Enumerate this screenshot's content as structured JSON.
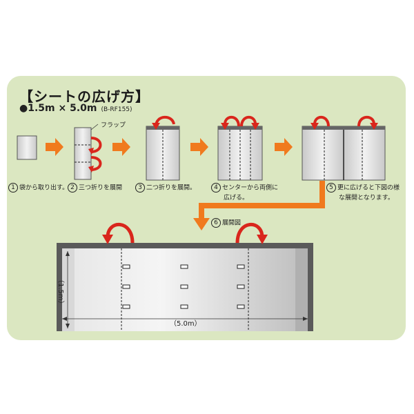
{
  "title": "【シートの広げ方】",
  "spec": {
    "size": "●1.5m × 5.0m",
    "code": "(B-RF155)"
  },
  "flap_label": "フラップ",
  "steps": [
    {
      "num": "1",
      "lines": [
        "袋から取り出す。"
      ]
    },
    {
      "num": "2",
      "lines": [
        "三つ折りを展開"
      ]
    },
    {
      "num": "3",
      "lines": [
        "二つ折りを展開。"
      ]
    },
    {
      "num": "4",
      "lines": [
        "センターから両側に",
        "広げる。"
      ]
    },
    {
      "num": "5",
      "lines": [
        "更に広げると下図の様",
        "な展開となります。"
      ]
    },
    {
      "num": "6",
      "lines": [
        "展開図"
      ]
    }
  ],
  "dimensions": {
    "height": "（1.5m）",
    "width": "（5.0m）"
  },
  "colors": {
    "panel": "#dbe7c1",
    "arrow": "#f07a1e",
    "curl": "#d9261c",
    "sheet_edge": "#555555"
  }
}
